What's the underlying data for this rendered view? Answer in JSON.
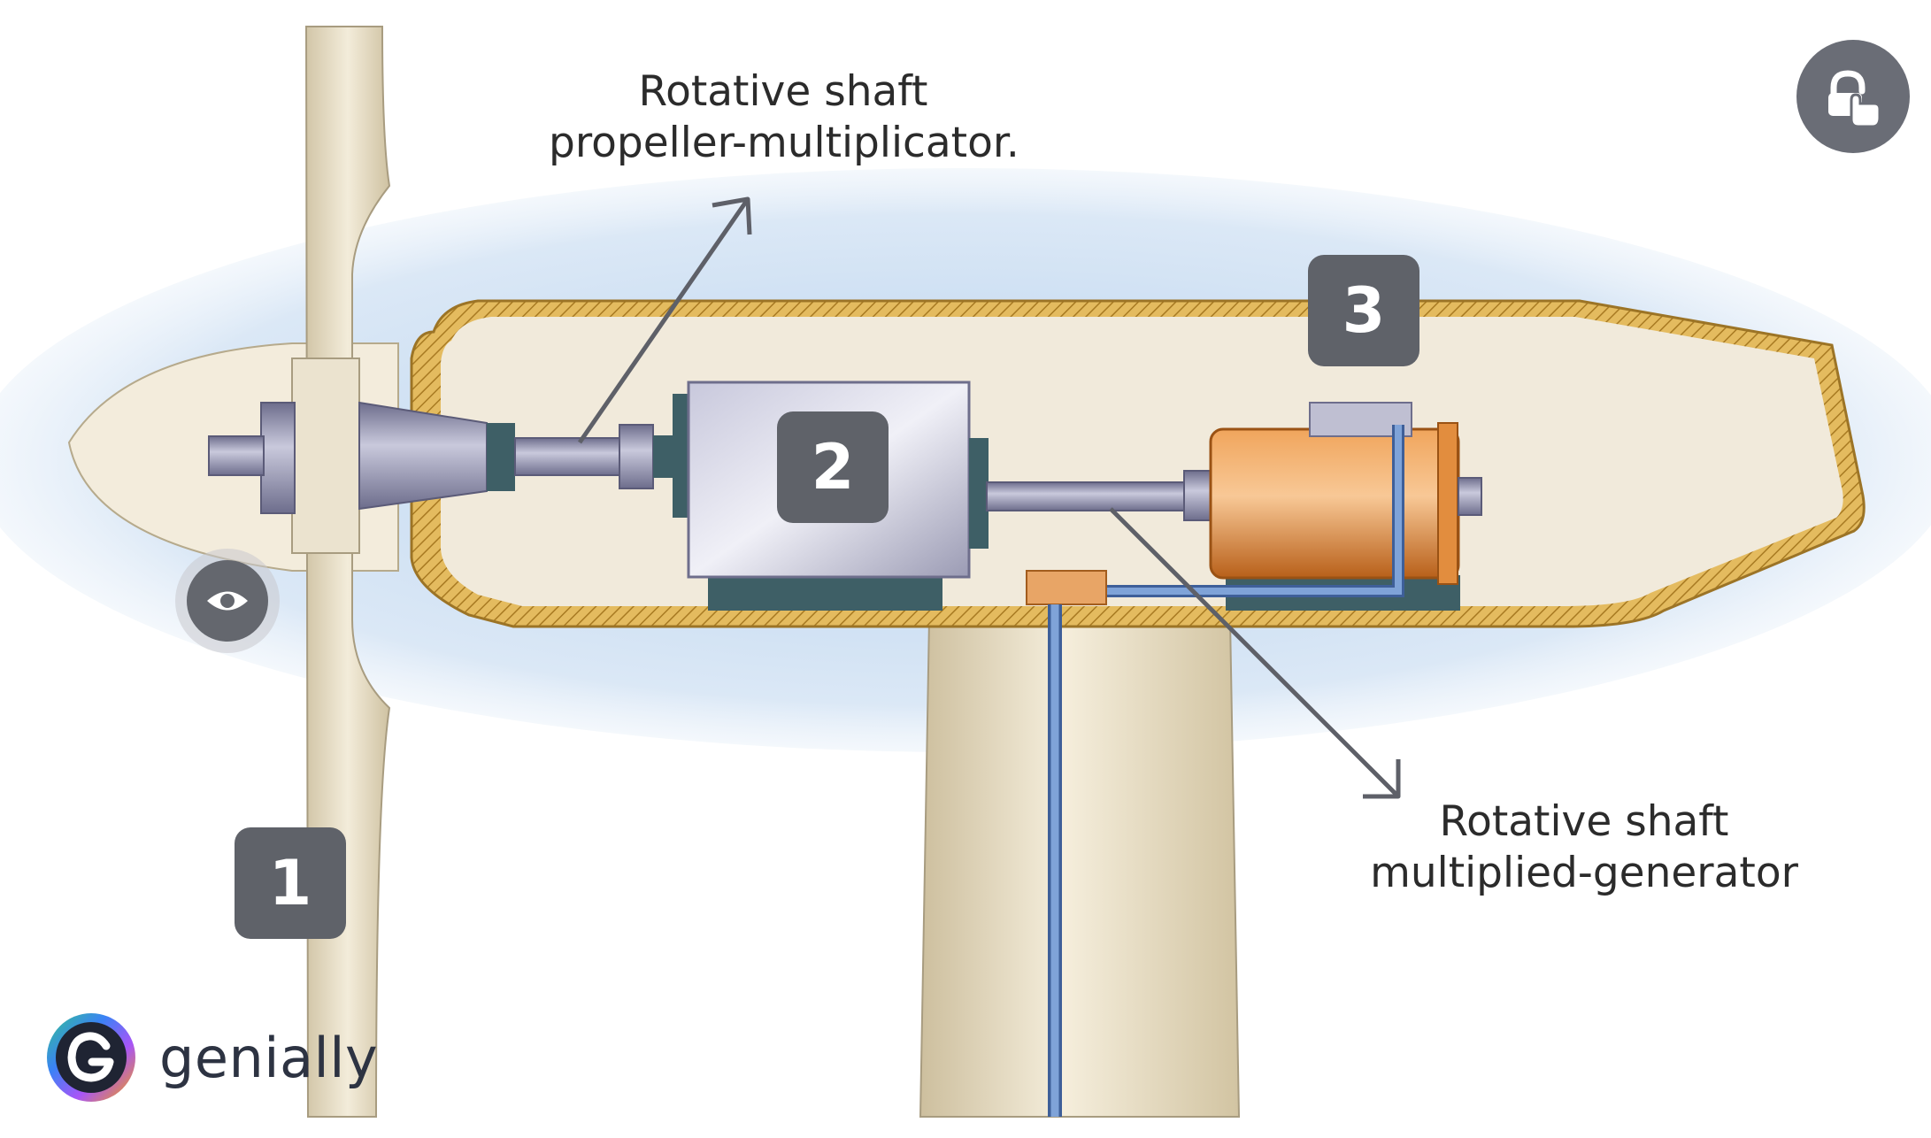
{
  "diagram": {
    "label_top": {
      "line1": "Rotative shaft",
      "line2": "propeller-multiplicator."
    },
    "label_bottom": {
      "line1": "Rotative shaft",
      "line2": "multiplied-generator"
    },
    "markers": [
      "1",
      "2",
      "3"
    ]
  },
  "controls": {
    "eye_icon": "eye-icon",
    "unlock_icon": "touch-unlock-icon"
  },
  "brand": {
    "name": "genially"
  },
  "colors": {
    "badge": "#5f6269",
    "nacelle_fill": "#f1eadb",
    "nacelle_border": "#d8aa4a",
    "cable": "#6b8fc8",
    "generator": "#d9822b",
    "shaft": "#8a8aa8"
  }
}
